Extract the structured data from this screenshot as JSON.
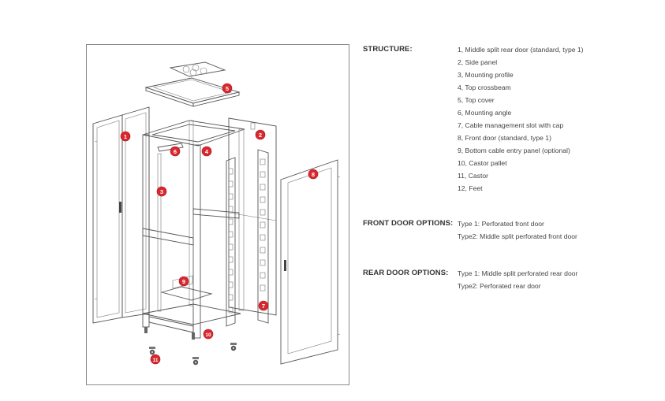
{
  "structure": {
    "heading": "STRUCTURE:",
    "items": [
      "1,  Middle split rear door (standard, type 1)",
      "2,  Side panel",
      "3,  Mounting profile",
      "4,  Top crossbeam",
      "5,  Top cover",
      "6,  Mounting angle",
      "7,  Cable management slot with cap",
      "8,  Front door (standard, type 1)",
      "9,  Bottom cable entry panel (optional)",
      "10, Castor pallet",
      "11, Castor",
      "12, Feet"
    ]
  },
  "front_door_options": {
    "heading": "FRONT DOOR OPTIONS:",
    "items": [
      "Type 1: Perforated front door",
      "Type2: Middle split perforated front door"
    ]
  },
  "rear_door_options": {
    "heading": "REAR DOOR OPTIONS:",
    "items": [
      "Type 1: Middle split perforated rear door",
      "Type2: Perforated rear door"
    ]
  },
  "callouts": [
    "1",
    "2",
    "3",
    "4",
    "5",
    "6",
    "7",
    "8",
    "9",
    "10",
    "11"
  ],
  "colors": {
    "callout": "#d9272e",
    "frame_border": "#8a8a8a",
    "text": "#444444"
  }
}
